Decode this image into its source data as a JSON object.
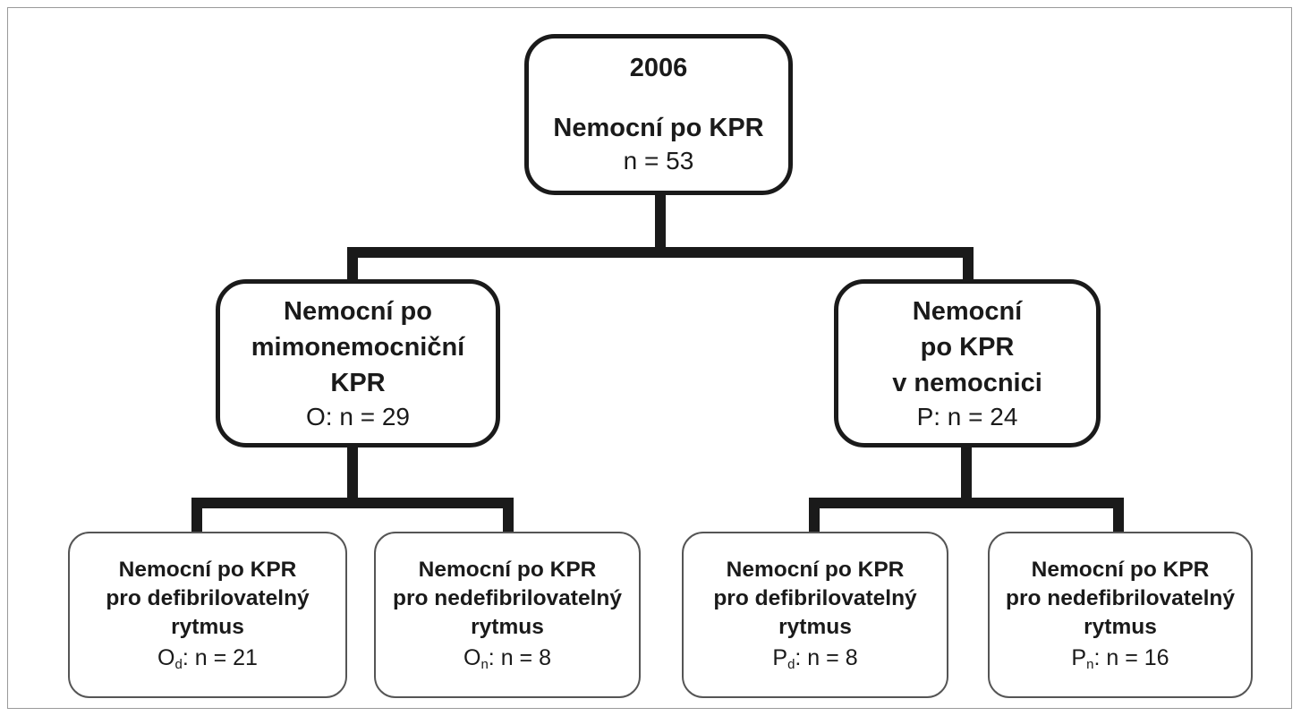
{
  "root": {
    "year": "2006",
    "title": "Nemocní po KPR",
    "count": "n = 53"
  },
  "out_of_hospital": {
    "lines": [
      "Nemocní po",
      "mimonemocniční",
      "KPR"
    ],
    "count": "O: n = 29"
  },
  "in_hospital": {
    "lines": [
      "Nemocní",
      "po KPR",
      "v nemocnici"
    ],
    "count": "P: n = 24"
  },
  "leaves": [
    {
      "lines": [
        "Nemocní po KPR",
        "pro defibrilovatelný",
        "rytmus"
      ],
      "count_letter": "O",
      "count_sub": "d",
      "count_rest": ": n = 21"
    },
    {
      "lines": [
        "Nemocní po KPR",
        "pro nedefibrilovatelný",
        "rytmus"
      ],
      "count_letter": "O",
      "count_sub": "n",
      "count_rest": ": n = 8"
    },
    {
      "lines": [
        "Nemocní po KPR",
        "pro defibrilovatelný",
        "rytmus"
      ],
      "count_letter": "P",
      "count_sub": "d",
      "count_rest": ": n = 8"
    },
    {
      "lines": [
        "Nemocní po KPR",
        "pro nedefibrilovatelný",
        "rytmus"
      ],
      "count_letter": "P",
      "count_sub": "n",
      "count_rest": ": n = 16"
    }
  ],
  "colors": {
    "line": "#1a1a1a",
    "leaf_border": "#555555",
    "frame": "#9a9a9a"
  }
}
